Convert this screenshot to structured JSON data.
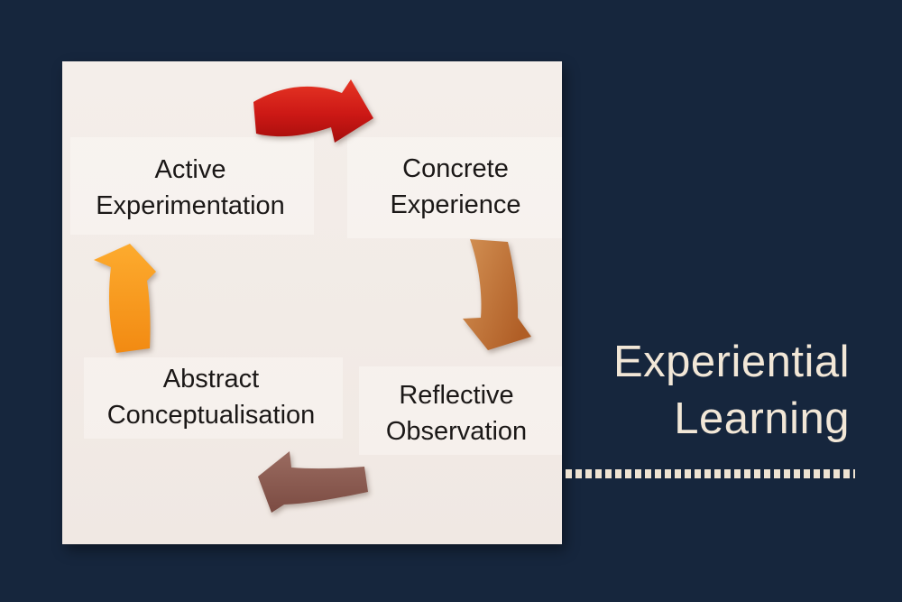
{
  "slide": {
    "background_color": "#16263d",
    "card_color": "#f2ebe6"
  },
  "title": {
    "line1": "Experiential",
    "line2": "Learning",
    "color": "#f2e7d7"
  },
  "divider": {
    "style": "dotted-square-line",
    "color": "#eee3d2"
  },
  "diagram": {
    "type": "cycle",
    "text_color": "#1b1817",
    "nodes": [
      {
        "id": "active-experimentation",
        "line1": "Active",
        "line2": "Experimentation",
        "position": "top-left"
      },
      {
        "id": "concrete-experience",
        "line1": "Concrete",
        "line2": "Experience",
        "position": "top-right"
      },
      {
        "id": "reflective-observation",
        "line1": "Reflective",
        "line2": "Observation",
        "position": "bottom-right"
      },
      {
        "id": "abstract-conceptualisation",
        "line1": "Abstract",
        "line2": "Conceptualisation",
        "position": "bottom-left"
      }
    ],
    "arrows": [
      {
        "name": "curved-arrow-right-icon",
        "color": "#cc1815",
        "position": "top",
        "from": "Active Experimentation",
        "to": "Concrete Experience"
      },
      {
        "name": "curved-arrow-down-icon",
        "color": "#c67b3c",
        "position": "right",
        "from": "Concrete Experience",
        "to": "Reflective Observation"
      },
      {
        "name": "curved-arrow-left-icon",
        "color": "#8a5c52",
        "position": "bottom",
        "from": "Reflective Observation",
        "to": "Abstract Conceptualisation"
      },
      {
        "name": "curved-arrow-up-icon",
        "color": "#f89a1e",
        "position": "left",
        "from": "Abstract Conceptualisation",
        "to": "Active Experimentation"
      }
    ]
  }
}
